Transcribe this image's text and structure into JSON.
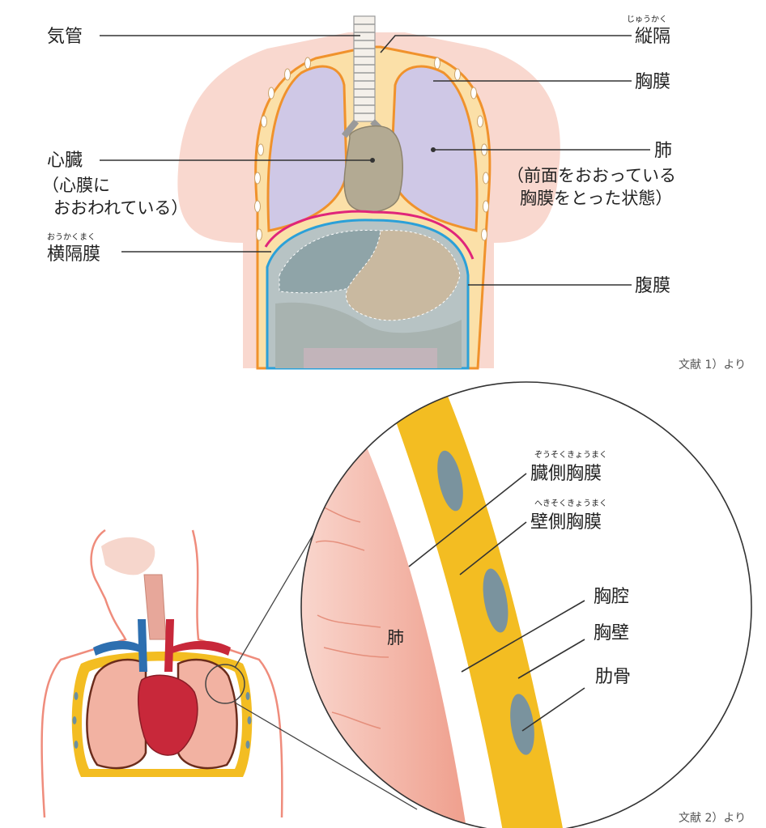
{
  "top_figure": {
    "labels": {
      "trachea": "気管",
      "heart": "心臓",
      "heart_note_1": "（心膜に",
      "heart_note_2": "おおわれている）",
      "diaphragm": "横隔膜",
      "diaphragm_ruby": "おうかくまく",
      "mediastinum": "縦隔",
      "mediastinum_ruby": "じゅうかく",
      "pleura": "胸膜",
      "lung": "肺",
      "lung_note_1": "（前面をおおっている",
      "lung_note_2": "胸膜をとった状態）",
      "peritoneum": "腹膜"
    },
    "citation": "文献 1）より"
  },
  "bottom_figure": {
    "labels": {
      "visceral_pleura": "臓側胸膜",
      "visceral_pleura_ruby": "ぞうそくきょうまく",
      "parietal_pleura": "壁側胸膜",
      "parietal_pleura_ruby": "へきそくきょうまく",
      "pleural_cavity": "胸腔",
      "chest_wall": "胸壁",
      "rib": "肋骨",
      "lung": "肺"
    },
    "citation": "文献 2）より"
  },
  "colors": {
    "skin": "#f9d8cf",
    "lung_fill": "#cfc8e6",
    "pleura_orange": "#f0922c",
    "chest_wall_yellow": "#f3bd22",
    "peritoneum_blue": "#2ba0d8",
    "diaphragm_magenta": "#e0257a",
    "heart_gray": "#b3aa93",
    "rib_gray": "#7a939e",
    "lung_pink": "#f2b2a2"
  }
}
